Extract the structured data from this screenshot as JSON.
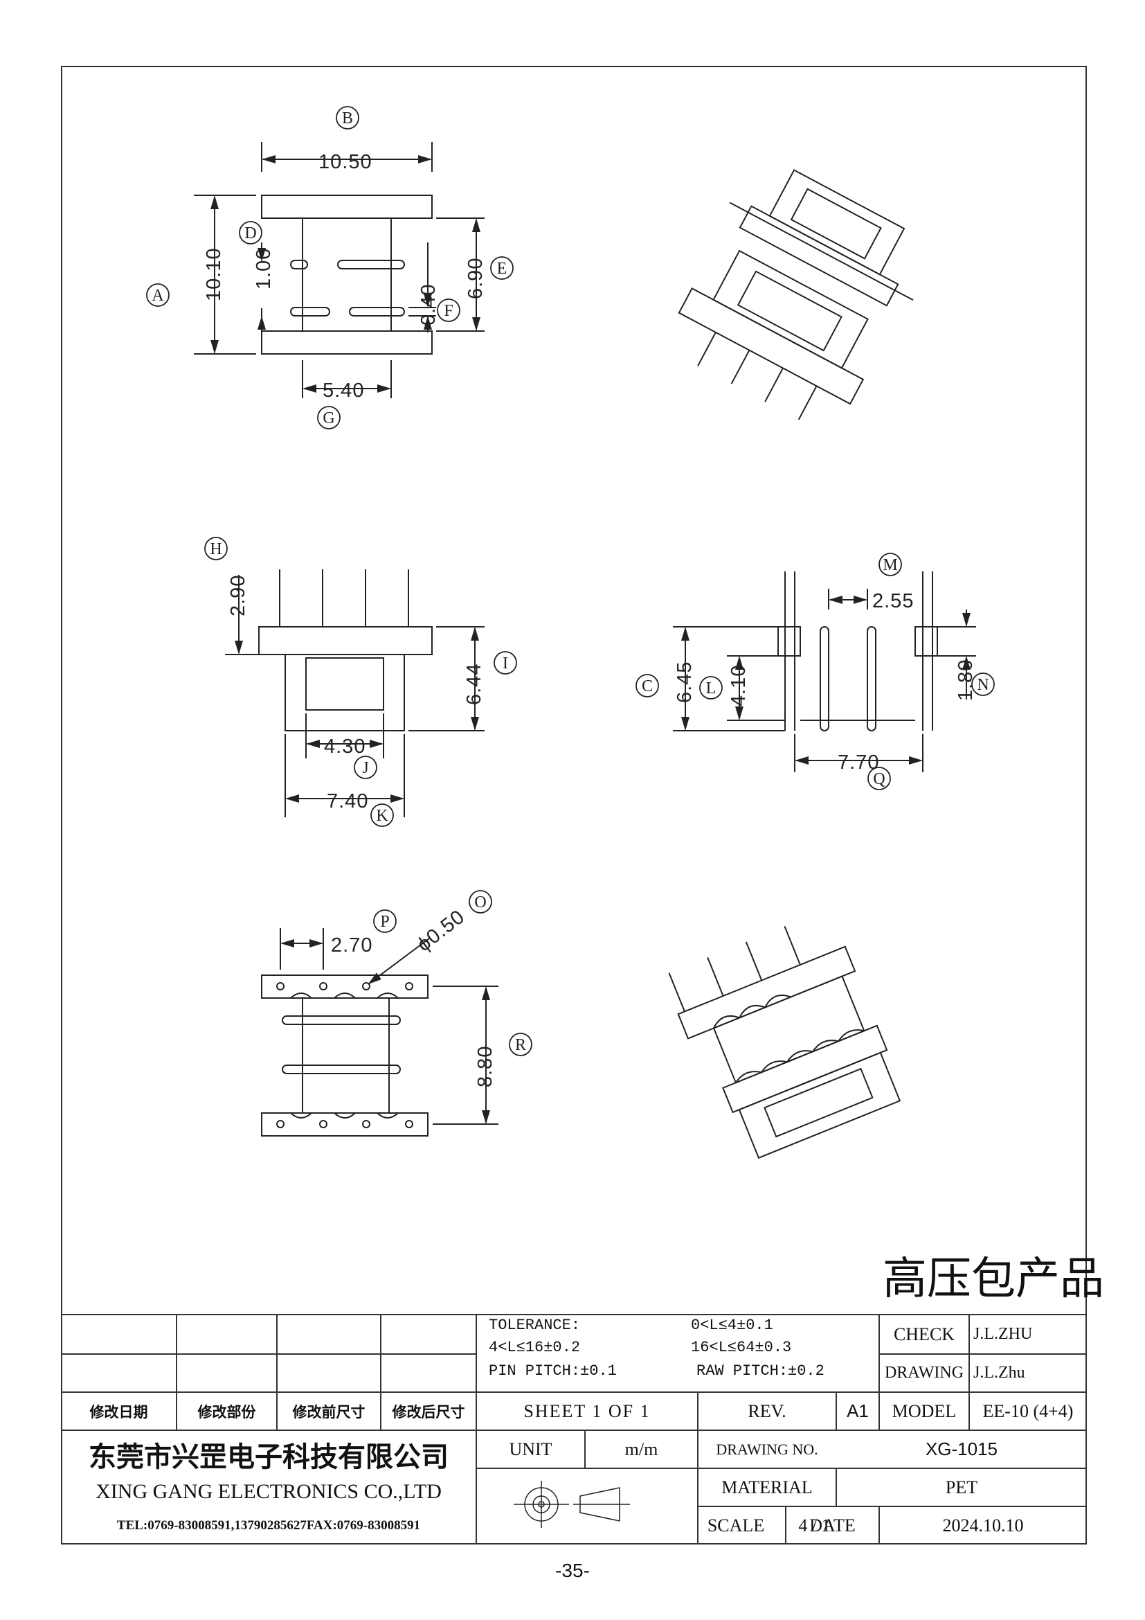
{
  "drawing": {
    "dims": {
      "B": "10.50",
      "A": "10.10",
      "E": "6.90",
      "D": "1.00",
      "F": "0.40",
      "G": "5.40",
      "H": "2.90",
      "I": "6.44",
      "J": "4.30",
      "K": "7.40",
      "M": "2.55",
      "C": "6.45",
      "L": "4.10",
      "N": "1.80",
      "Q": "7.70",
      "P": "2.70",
      "O": "ϕ0.50",
      "R": "8.80"
    },
    "labels": [
      "A",
      "B",
      "C",
      "D",
      "E",
      "F",
      "G",
      "H",
      "I",
      "J",
      "K",
      "L",
      "M",
      "N",
      "O",
      "P",
      "Q",
      "R"
    ]
  },
  "product_title": "高压包产品",
  "title_block": {
    "revision_headers": [
      "修改日期",
      "修改部份",
      "修改前尺寸",
      "修改后尺寸"
    ],
    "tolerance_label": "TOLERANCE:",
    "tol_1": "0<L≤4±0.1",
    "tol_2": "4<L≤16±0.2",
    "tol_3": "16<L≤64±0.3",
    "pin_pitch": "PIN PITCH:±0.1",
    "raw_pitch": "RAW PITCH:±0.2",
    "check_label": "CHECK",
    "check_value": "J.L.ZHU",
    "drawing_label": "DRAWING",
    "drawing_value": "J.L.Zhu",
    "sheet": "SHEET 1 OF 1",
    "rev_label": "REV.",
    "rev_value": "A1",
    "model_label": "MODEL",
    "model_value": "EE-10 (4+4)",
    "company_cn": "东莞市兴罡电子科技有限公司",
    "company_en": "XING GANG ELECTRONICS CO.,LTD",
    "company_tel": "TEL:0769-83008591,13790285627FAX:0769-83008591",
    "unit_label": "UNIT",
    "unit_value": "m/m",
    "drawing_no_label": "DRAWING NO.",
    "drawing_no_value": "XG-1015",
    "material_label": "MATERIAL",
    "material_value": "PET",
    "scale_label": "SCALE",
    "scale_value": "4 / 1",
    "date_label": "DATE",
    "date_value": "2024.10.10"
  },
  "page_number": "-35-"
}
